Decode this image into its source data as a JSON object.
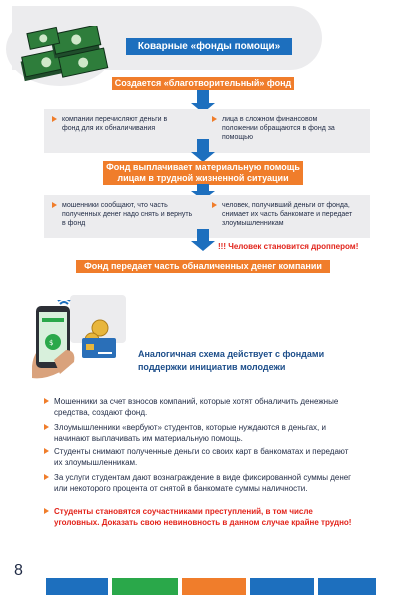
{
  "header": {
    "title": "Коварные «фонды помощи»"
  },
  "flow": {
    "step1": "Создается «благотворительный» фонд",
    "row1_left": "компании перечисляют деньги в фонд для их обналичивания",
    "row1_right": "лица в сложном финансовом положении обращаются в фонд за помощью",
    "step2": "Фонд выплачивает материальную помощь лицам в трудной жизненной ситуации",
    "row2_left": "мошенники сообщают, что часть полученных денег надо снять и вернуть в фонд",
    "row2_right": "человек, получивший деньги от фонда, снимает их часть банкомате и передает злоумышленникам",
    "warning": "!!! Человек становится дроппером!",
    "step3": "Фонд передает часть обналиченных денег компании"
  },
  "subtitle": "Аналогичная схема действует с фондами поддержки инициатив молодежи",
  "bullets": [
    "Мошенники за счет взносов компаний, которые хотят обналичить денежные средства, создают фонд.",
    "Злоумышленники «вербуют» студентов, которые нуждаются в деньгах, и начинают выплачивать им материальную помощь.",
    "Студенты снимают полученные деньги со своих карт в банкоматах и передают их злоумышленникам.",
    "За услуги студентам дают вознаграждение в виде фиксированной суммы денег или некоторого процента от снятой в банкомате суммы наличности."
  ],
  "warning_bullet": "Студенты становятся соучастниками преступлений, в том числе уголовных. Доказать свою невиновность в данном случае крайне трудно!",
  "page_number": "8",
  "colors": {
    "blue": "#1d6fbe",
    "orange": "#f07d2b",
    "red": "#e2231a",
    "gray": "#ececee",
    "green": "#2aa84a"
  },
  "icons": [
    "money-stack-icon",
    "smartphone-icon",
    "bank-card-icon",
    "coin-icon",
    "triangle-bullet-icon",
    "down-arrow-icon"
  ]
}
